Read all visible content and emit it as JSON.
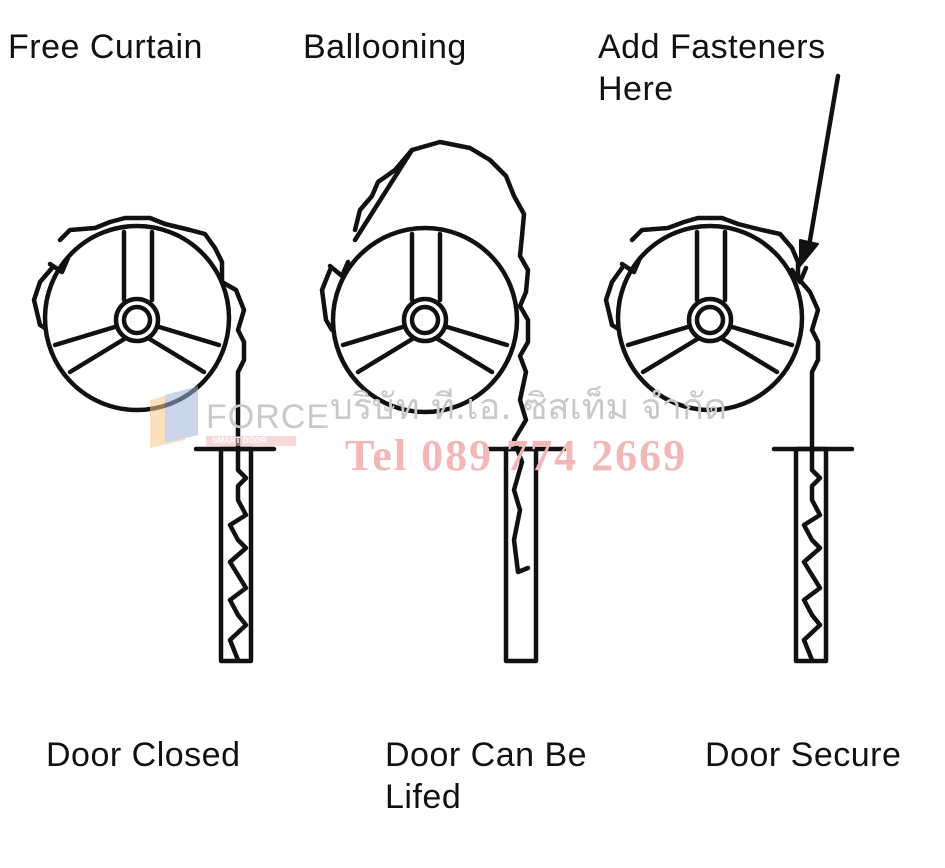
{
  "top_labels": {
    "free_curtain": "Free Curtain",
    "ballooning": "Ballooning",
    "add_fasteners": "Add Fasteners\nHere"
  },
  "bottom_labels": {
    "door_closed": "Door Closed",
    "door_can_be_lifted": "Door Can Be\nLifed",
    "door_secure": "Door Secure"
  },
  "watermark": {
    "logo_text": "FORCE",
    "logo_sub": "SMART DOOR",
    "company_thai": "บริษัท ที.เอ. ซิสเท็ม จำกัด",
    "phone": "Tel 089 774 2669"
  },
  "colors": {
    "ink": "#111111",
    "watermark_red": "#f2b8b8",
    "watermark_gray": "#c9c9c9",
    "watermark_orange": "#f6c98a",
    "watermark_blue": "#9fb4d9"
  }
}
